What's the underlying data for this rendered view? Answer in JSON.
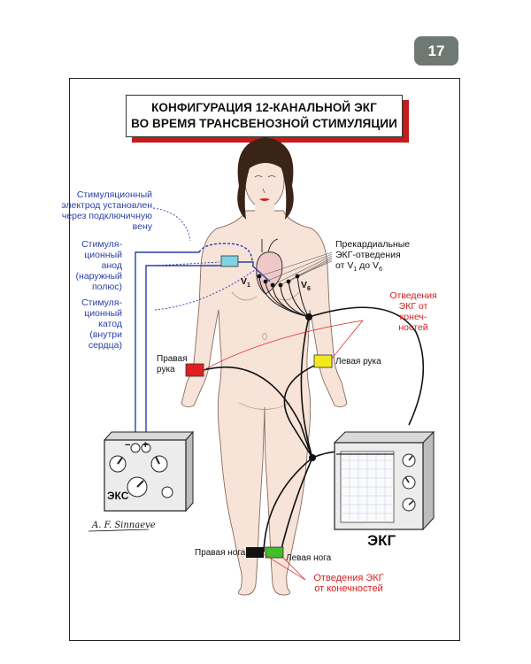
{
  "page_number": "17",
  "title": {
    "line1": "КОНФИГУРАЦИЯ 12-КАНАЛЬНОЙ ЭКГ",
    "line2": "ВО ВРЕМЯ ТРАНСВЕНОЗНОЙ СТИМУЛЯЦИИ"
  },
  "labels": {
    "electrode_line1": "Стимуляционный",
    "electrode_line2": "электрод установлен",
    "electrode_line3": "через подключичную",
    "electrode_line4": "вену",
    "anode_line1": "Стимуля-",
    "anode_line2": "ционный",
    "anode_line3": "анод",
    "anode_line4": "(наружный",
    "anode_line5": "полюс)",
    "cathode_line1": "Стимуля-",
    "cathode_line2": "ционный",
    "cathode_line3": "катод",
    "cathode_line4": "(внутри",
    "cathode_line5": "сердца)",
    "precordial_line1": "Прекардиальные",
    "precordial_line2": "ЭКГ-отведения",
    "precordial_line3": "от V",
    "precordial_sub1": "1",
    "precordial_mid": " до V",
    "precordial_sub2": "6",
    "v1": "V",
    "v1_sub": "1",
    "v6": "V",
    "v6_sub": "6",
    "limb_top_line1": "Отведения",
    "limb_top_line2": "ЭКГ от",
    "limb_top_line3": "конеч-",
    "limb_top_line4": "ностей",
    "right_arm_line1": "Правая",
    "right_arm_line2": "рука",
    "left_arm": "Левая рука",
    "right_leg": "Правая  нога",
    "left_leg": "Левая нога",
    "limb_bottom_line1": "Отведения ЭКГ",
    "limb_bottom_line2": "от конечностей",
    "pacer": "ЭКС",
    "ecg": "ЭКГ",
    "signature": "A. F. Sinnaeve",
    "minus": "−",
    "plus": "+"
  },
  "colors": {
    "skin": "#f7e3d8",
    "hair": "#3a2418",
    "red_electrode": "#e02020",
    "yellow_electrode": "#f2e81e",
    "green_electrode": "#3fbf2a",
    "black_electrode": "#111111",
    "blue_wire": "#2a3fa8",
    "accent_red": "#c21c1c",
    "anode_patch": "#7fd3e6"
  }
}
